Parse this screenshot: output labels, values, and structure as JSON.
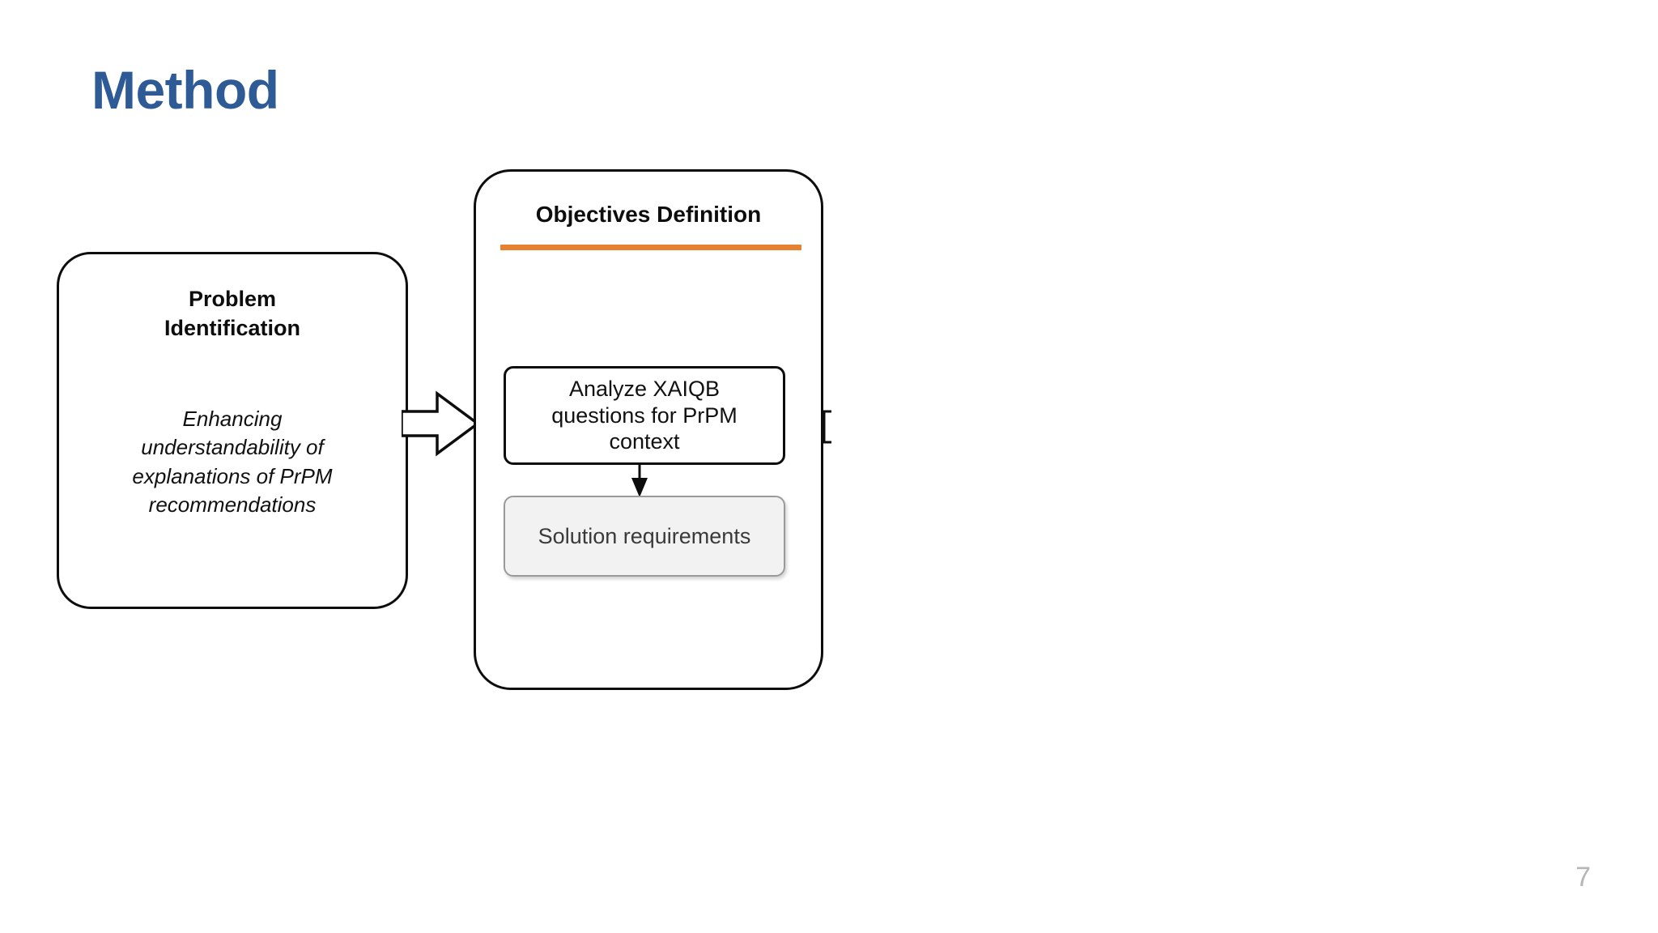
{
  "slide": {
    "title": "Method",
    "page_number": "7",
    "background_color": "#FFFFFF",
    "title_color": "#2E5B96"
  },
  "diagram": {
    "type": "process-flow",
    "accent_color": "#E5812F",
    "phases": [
      {
        "id": "problem-identification",
        "heading": "Problem\nIdentification",
        "body": "Enhancing\nunderstandability of\nexplanations of PrPM\nrecommendations",
        "body_style": "italic",
        "has_accent_rule": false
      },
      {
        "id": "objectives-definition",
        "heading": "Objectives Definition",
        "has_accent_rule": true,
        "accent_rule_color": "#E5812F",
        "steps": [
          {
            "id": "analyze-xaiqb",
            "label": "Analyze XAIQB\nquestions for PrPM\ncontext",
            "kind": "task",
            "fill": "#FFFFFF",
            "border": "#0D0D0D"
          },
          {
            "id": "solution-requirements",
            "label": "Solution requirements",
            "kind": "outcome",
            "fill": "#F2F2F2",
            "border": "#9A9A9A"
          }
        ],
        "connectors": [
          {
            "id": "analyze-to-solution",
            "direction": "down",
            "style": "solid-arrow"
          }
        ]
      }
    ],
    "connectors": [
      {
        "id": "problem-to-objectives",
        "direction": "right",
        "style": "block-arrow",
        "fill": "#FFFFFF",
        "stroke": "#0D0D0D"
      }
    ],
    "clipped_edge_connector": {
      "id": "objectives-to-next",
      "note": "partially visible at panel right edge"
    }
  }
}
